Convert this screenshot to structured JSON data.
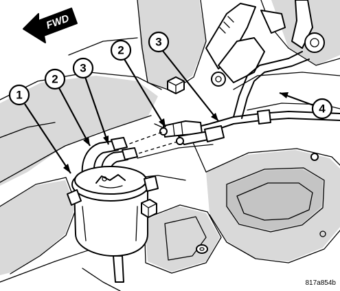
{
  "direction_arrow": {
    "label": "FWD"
  },
  "callouts": [
    {
      "id": "callout-1",
      "number": "1"
    },
    {
      "id": "callout-2a",
      "number": "2"
    },
    {
      "id": "callout-3a",
      "number": "3"
    },
    {
      "id": "callout-2b",
      "number": "2"
    },
    {
      "id": "callout-3b",
      "number": "3"
    },
    {
      "id": "callout-4",
      "number": "4"
    }
  ],
  "figure_id": "817a854b"
}
